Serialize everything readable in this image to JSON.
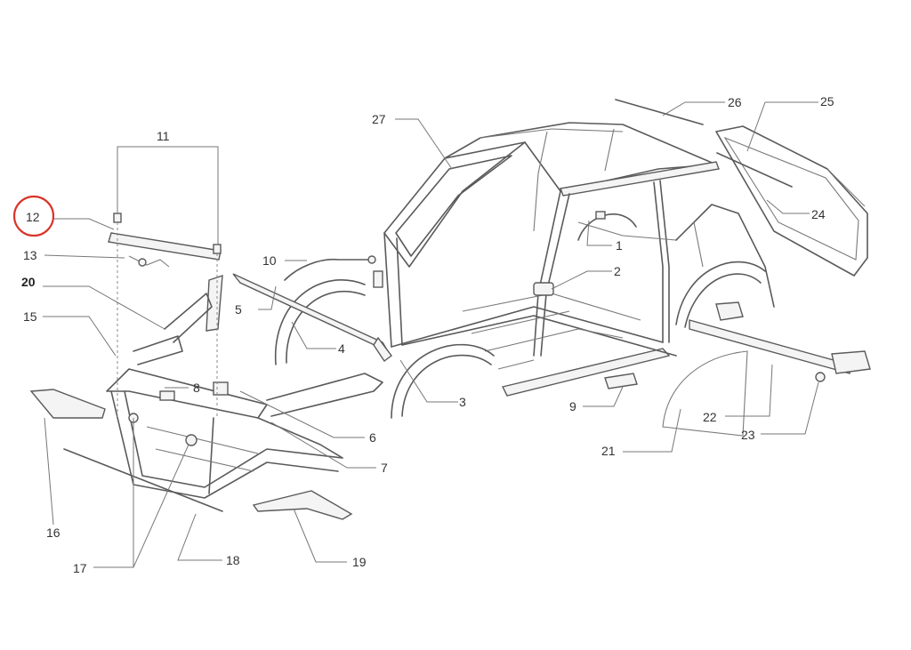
{
  "diagram": {
    "callouts": [
      "1",
      "2",
      "3",
      "4",
      "5",
      "6",
      "7",
      "8",
      "9",
      "10",
      "11",
      "12",
      "13",
      "20",
      "15",
      "16",
      "17",
      "18",
      "19",
      "21",
      "22",
      "23",
      "24",
      "25",
      "26",
      "27"
    ],
    "highlighted_callout": "12",
    "colors": {
      "line": "#5a5a5a",
      "highlight": "#d9352a",
      "background": "#ffffff"
    }
  }
}
